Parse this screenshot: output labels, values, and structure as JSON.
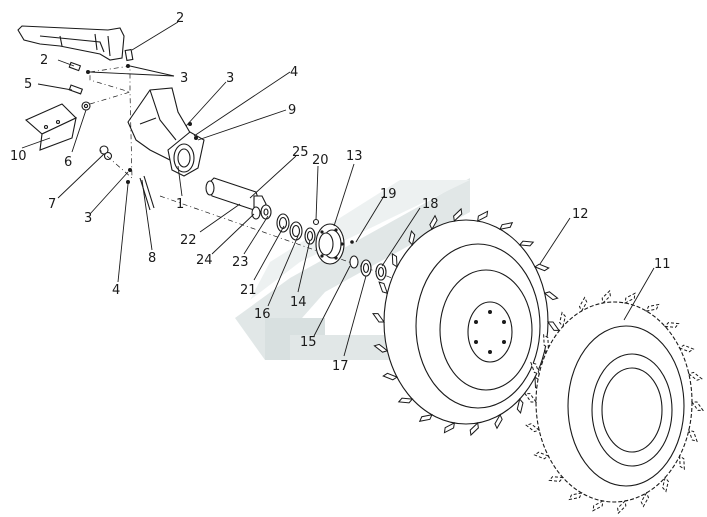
{
  "colors": {
    "line": "#1a1a1a",
    "watermark_light": "#d8e0e0",
    "watermark_dark": "#b8c6c6"
  },
  "callouts": [
    {
      "id": "c2a",
      "label": "2"
    },
    {
      "id": "c2b",
      "label": "2"
    },
    {
      "id": "c3a",
      "label": "3"
    },
    {
      "id": "c3b",
      "label": "3"
    },
    {
      "id": "c3c",
      "label": "3"
    },
    {
      "id": "c4a",
      "label": "4"
    },
    {
      "id": "c4b",
      "label": "4"
    },
    {
      "id": "c5",
      "label": "5"
    },
    {
      "id": "c6",
      "label": "6"
    },
    {
      "id": "c7",
      "label": "7"
    },
    {
      "id": "c8",
      "label": "8"
    },
    {
      "id": "c9",
      "label": "9"
    },
    {
      "id": "c10",
      "label": "10"
    },
    {
      "id": "c1",
      "label": "1"
    },
    {
      "id": "c25",
      "label": "25"
    },
    {
      "id": "c20",
      "label": "20"
    },
    {
      "id": "c13",
      "label": "13"
    },
    {
      "id": "c19",
      "label": "19"
    },
    {
      "id": "c18",
      "label": "18"
    },
    {
      "id": "c12",
      "label": "12"
    },
    {
      "id": "c11",
      "label": "11"
    },
    {
      "id": "c22",
      "label": "22"
    },
    {
      "id": "c24",
      "label": "24"
    },
    {
      "id": "c23",
      "label": "23"
    },
    {
      "id": "c21",
      "label": "21"
    },
    {
      "id": "c16",
      "label": "16"
    },
    {
      "id": "c14",
      "label": "14"
    },
    {
      "id": "c15",
      "label": "15"
    },
    {
      "id": "c17",
      "label": "17"
    }
  ]
}
